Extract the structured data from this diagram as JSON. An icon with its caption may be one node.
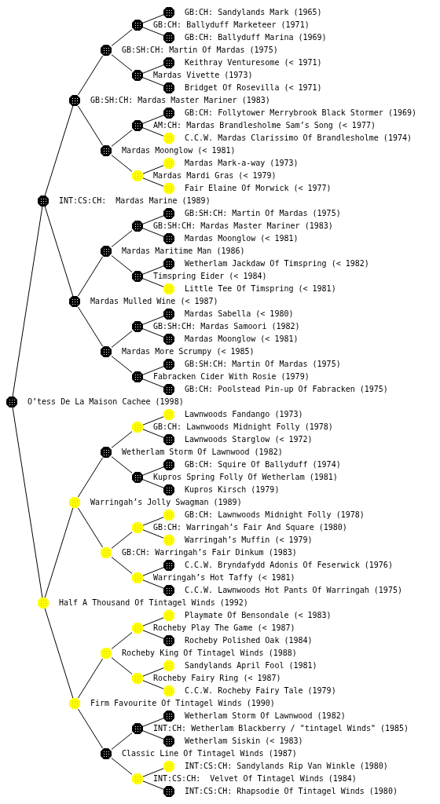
{
  "diagram": {
    "nodes": [
      {
        "text": [],
        "shape": "octagon",
        "beside": [
          "GB:CH: Sandylands Mark (1965)"
        ]
      },
      {
        "text": [],
        "shape": "octagon"
      },
      {
        "text": [],
        "shape": "octagon",
        "beside": [
          "GB:CH: Ballyduff Marina (1969)"
        ]
      },
      {
        "text": [],
        "shape": "octagon"
      },
      {
        "text": [],
        "shape": "octagon",
        "beside": [
          "Keithray Venturesome (< 1971)"
        ]
      },
      {
        "text": [],
        "shape": "octagon"
      },
      {
        "text": [],
        "shape": "octagon",
        "beside": [
          "Bridget Of Rosevilla (< 1971)"
        ]
      },
      {
        "text": [],
        "shape": "octagon"
      },
      {
        "text": [],
        "shape": "octagon",
        "beside": [
          "GB:CH: Follytower Merrybrook Black Stormer (1969)"
        ]
      },
      {
        "text": [],
        "shape": "octagon"
      },
      {
        "text": [],
        "shape": "octagon",
        "beside": [
          "C.C.W. Mardas Clarissimo Of Brandlesholme (1974)"
        ]
      },
      {
        "text": [],
        "shape": "octagon"
      },
      {
        "text": [],
        "shape": "octagon",
        "beside": [
          "Mardas Mark-a-way (1973)"
        ]
      },
      {
        "text": [],
        "shape": "octagon"
      },
      {
        "text": [],
        "shape": "octagon",
        "beside": [
          "Fair Elaine Of Morwick (< 1977)"
        ]
      },
      {
        "text": [],
        "shape": "octagon"
      },
      {
        "text": [],
        "shape": "octagon",
        "beside": [
          "GB:SH:CH: Martin Of Mardas (1975)"
        ]
      },
      {
        "text": [],
        "shape": "octagon"
      },
      {
        "text": [],
        "shape": "octagon",
        "beside": [
          "Mardas Moonglow (< 1981)"
        ]
      },
      {
        "text": [],
        "shape": "octagon"
      },
      {
        "text": [],
        "shape": "octagon",
        "beside": [
          "Wetherlam Jackdaw Of Timspring (< 1982)"
        ]
      },
      {
        "text": [],
        "shape": "octagon"
      },
      {
        "text": [],
        "shape": "octagon",
        "beside": [
          "Little Tee Of Timspring (< 1981)"
        ]
      },
      {
        "text": [],
        "shape": "octagon"
      },
      {
        "text": [],
        "shape": "octagon",
        "beside": [
          "Mardas Sabella (< 1980)"
        ]
      },
      {
        "text": [],
        "shape": "octagon"
      },
      {
        "text": [],
        "shape": "octagon",
        "beside": [
          "Mardas Moonglow (< 1981)"
        ]
      },
      {
        "text": [],
        "shape": "octagon"
      },
      {
        "text": [],
        "shape": "octagon",
        "beside": [
          "GB:SH:CH: Martin Of Mardas (1975)"
        ]
      },
      {
        "text": [],
        "shape": "octagon"
      },
      {
        "text": [],
        "shape": "octagon",
        "beside": [
          "GB:CH: Poolstead Pin-up Of Fabracken (1975)"
        ]
      },
      {
        "text": [],
        "shape": "octagon"
      },
      {
        "text": [],
        "shape": "octagon",
        "beside": [
          "Lawnwoods Fandango (1973)"
        ]
      },
      {
        "text": [],
        "shape": "octagon"
      },
      {
        "text": [],
        "shape": "octagon",
        "beside": [
          "Lawnwoods Starglow (< 1972)"
        ]
      },
      {
        "text": [],
        "shape": "octagon"
      },
      {
        "text": [],
        "shape": "octagon",
        "beside": [
          "GB:CH: Squire Of Ballyduff (1974)"
        ]
      },
      {
        "text": [],
        "shape": "octagon"
      },
      {
        "text": [],
        "shape": "octagon",
        "beside": [
          "Kupros Kirsch (1979)"
        ]
      },
      {
        "text": [],
        "shape": "octagon"
      },
      {
        "text": [],
        "shape": "octagon",
        "beside": [
          "GB:CH: Lawnwoods Midnight Folly (1978)"
        ]
      },
      {
        "text": [],
        "shape": "octagon"
      },
      {
        "text": [],
        "shape": "octagon",
        "beside": [
          "Warringah’s Muffin (< 1979)"
        ]
      },
      {
        "text": [],
        "shape": "octagon"
      },
      {
        "text": [],
        "shape": "octagon",
        "beside": [
          "C.C.W. Bryndafydd Adonis Of Feserwick (1976)"
        ]
      },
      {
        "text": [],
        "shape": "octagon"
      },
      {
        "text": [],
        "shape": "octagon",
        "beside": [
          "C.C.W. Lawnwoods Hot Pants Of Warringah (1975)"
        ]
      },
      {
        "text": [],
        "shape": "octagon"
      },
      {
        "text": [],
        "shape": "octagon",
        "beside": [
          "Playmate Of Bensondale (< 1983)"
        ]
      },
      {
        "text": [],
        "shape": "octagon"
      },
      {
        "text": [],
        "shape": "octagon",
        "beside": [
          "Rocheby Polished Oak (1984)"
        ]
      },
      {
        "text": [],
        "shape": "octagon"
      },
      {
        "text": [],
        "shape": "octagon",
        "beside": [
          "Sandylands April Fool (1981)"
        ]
      },
      {
        "text": [],
        "shape": "octagon"
      },
      {
        "text": [],
        "shape": "octagon",
        "beside": [
          "C.C.W. Rocheby Fairy Tale (1979)"
        ]
      },
      {
        "text": [],
        "shape": "octagon"
      },
      {
        "text": [],
        "shape": "octagon",
        "beside": [
          "Wetherlam Storm Of Lawnwood (1982)"
        ]
      },
      {
        "text": [],
        "shape": "octagon"
      },
      {
        "text": [],
        "shape": "octagon",
        "beside": [
          "Wetherlam Siskin (< 1983)"
        ]
      },
      {
        "text": [],
        "shape": "octagon"
      },
      {
        "text": [],
        "shape": "octagon",
        "beside": [
          "INT:CS:CH: Sandylands Rip Van Winkle (1980)"
        ]
      },
      {
        "text": [],
        "shape": "octagon"
      },
      {
        "text": [],
        "shape": "octagon",
        "beside": [
          "INT:CS:CH: Rhapsodie Of Tintagel Winds (1980)"
        ]
      }
    ],
    "edges": [
      {
        "from": 1,
        "to": 0,
        "arrow": "none"
      },
      {
        "from": 3,
        "to": 1,
        "arrow": "none"
      },
      {
        "from": 1,
        "to": 2,
        "arrow": "none"
      },
      {
        "from": 7,
        "to": 3,
        "arrow": "none"
      },
      {
        "from": 5,
        "to": 4,
        "arrow": "none"
      },
      {
        "from": 3,
        "to": 5,
        "arrow": "none"
      },
      {
        "from": 5,
        "to": 6,
        "arrow": "none"
      },
      {
        "from": 15,
        "to": 7,
        "arrow": "none"
      },
      {
        "from": 9,
        "to": 8,
        "arrow": "none"
      },
      {
        "from": 11,
        "to": 9,
        "arrow": "none"
      },
      {
        "from": 9,
        "to": 10,
        "arrow": "none"
      },
      {
        "from": 7,
        "to": 11,
        "arrow": "none"
      },
      {
        "from": 13,
        "to": 12,
        "arrow": "none"
      },
      {
        "from": 11,
        "to": 13,
        "arrow": "none"
      },
      {
        "from": 13,
        "to": 14,
        "arrow": "none"
      },
      {
        "from": 31,
        "to": 15,
        "arrow": "none"
      },
      {
        "from": 17,
        "to": 16,
        "arrow": "none"
      },
      {
        "from": 19,
        "to": 17,
        "arrow": "none"
      },
      {
        "from": 17,
        "to": 18,
        "arrow": "none"
      },
      {
        "from": 23,
        "to": 19,
        "arrow": "none"
      },
      {
        "from": 21,
        "to": 20,
        "arrow": "none"
      },
      {
        "from": 19,
        "to": 21,
        "arrow": "none"
      },
      {
        "from": 21,
        "to": 22,
        "arrow": "none"
      },
      {
        "from": 15,
        "to": 23,
        "arrow": "none"
      },
      {
        "from": 25,
        "to": 24,
        "arrow": "none"
      },
      {
        "from": 27,
        "to": 25,
        "arrow": "none"
      },
      {
        "from": 25,
        "to": 26,
        "arrow": "none"
      },
      {
        "from": 23,
        "to": 27,
        "arrow": "none"
      },
      {
        "from": 29,
        "to": 28,
        "arrow": "none"
      },
      {
        "from": 27,
        "to": 29,
        "arrow": "none"
      },
      {
        "from": 29,
        "to": 30,
        "arrow": "none"
      },
      {
        "from": 33,
        "to": 32,
        "arrow": "none"
      },
      {
        "from": 35,
        "to": 33,
        "arrow": "none"
      },
      {
        "from": 33,
        "to": 34,
        "arrow": "none"
      },
      {
        "from": 39,
        "to": 35,
        "arrow": "none"
      },
      {
        "from": 37,
        "to": 36,
        "arrow": "none"
      },
      {
        "from": 35,
        "to": 37,
        "arrow": "none"
      },
      {
        "from": 37,
        "to": 38,
        "arrow": "none"
      },
      {
        "from": 47,
        "to": 39,
        "arrow": "none"
      },
      {
        "from": 41,
        "to": 40,
        "arrow": "none"
      },
      {
        "from": 43,
        "to": 41,
        "arrow": "none"
      },
      {
        "from": 41,
        "to": 42,
        "arrow": "none"
      },
      {
        "from": 39,
        "to": 43,
        "arrow": "none"
      },
      {
        "from": 45,
        "to": 44,
        "arrow": "none"
      },
      {
        "from": 43,
        "to": 45,
        "arrow": "none"
      },
      {
        "from": 45,
        "to": 46,
        "arrow": "none"
      },
      {
        "from": 31,
        "to": 47,
        "arrow": "none"
      },
      {
        "from": 49,
        "to": 48,
        "arrow": "none"
      },
      {
        "from": 51,
        "to": 49,
        "arrow": "none"
      },
      {
        "from": 49,
        "to": 50,
        "arrow": "none"
      },
      {
        "from": 55,
        "to": 51,
        "arrow": "none"
      },
      {
        "from": 53,
        "to": 52,
        "arrow": "none"
      },
      {
        "from": 51,
        "to": 53,
        "arrow": "none"
      },
      {
        "from": 53,
        "to": 54,
        "arrow": "none"
      },
      {
        "from": 47,
        "to": 55,
        "arrow": "none"
      },
      {
        "from": 57,
        "to": 56,
        "arrow": "none"
      },
      {
        "from": 59,
        "to": 57,
        "arrow": "none"
      },
      {
        "from": 57,
        "to": 58,
        "arrow": "none"
      },
      {
        "from": 55,
        "to": 59,
        "arrow": "none"
      },
      {
        "from": 61,
        "to": 60,
        "arrow": "none"
      },
      {
        "from": 59,
        "to": 61,
        "arrow": "none"
      },
      {
        "from": 61,
        "to": 62,
        "arrow": "none"
      }
    ],
    "labels": [
      "GB:CH: Ballyduff Marketeer (1971)",
      "GB:SH:CH: Martin Of Mardas (1975)",
      "Mardas Vivette (1973)",
      "GB:SH:CH: Mardas Master Mariner (1983)",
      "AM:CH: Mardas Brandlesholme Sam’s Song (< 1977)",
      "Mardas Moonglow (< 1981)",
      "Mardas Mardi Gras (< 1979)",
      "INT:CS:CH:  Mardas Marine (1989)",
      "GB:SH:CH: Mardas Master Mariner (1983)",
      "Mardas Maritime Man (1986)",
      "Timspring Eider (< 1984)",
      "Mardas Mulled Wine (< 1987)",
      "GB:SH:CH: Mardas Samoori (1982)",
      "Mardas More Scrumpy (< 1985)",
      "Fabracken Cider With Rosie (1979)",
      "O’tess De La Maison Cachee (1998)",
      "GB:CH: Lawnwoods Midnight Folly (1978)",
      "Wetherlam Storm Of Lawnwood (1982)",
      "Kupros Spring Folly Of Wetherlam (1981)",
      "Warringah’s Jolly Swagman (1989)",
      "GB:CH: Warringah’s Fair And Square (1980)",
      "GB:CH: Warringah’s Fair Dinkum (1983)",
      "Warringah’s Hot Taffy (< 1981)",
      "Half A Thousand Of Tintagel Winds (1992)",
      "Rocheby Play The Game (< 1987)",
      "Rocheby King Of Tintagel Winds (1988)",
      "Rocheby Fairy Ring (< 1987)",
      "Firm Favourite Of Tintagel Winds (1990)",
      "INT:CH: Wetherlam Blackberry / \"tintagel Winds\" (1985)",
      "Classic Line Of Tintagel Winds (1987)",
      "INT:CS:CH:  Velvet Of Tintagel Winds (1984)"
    ]
  }
}
